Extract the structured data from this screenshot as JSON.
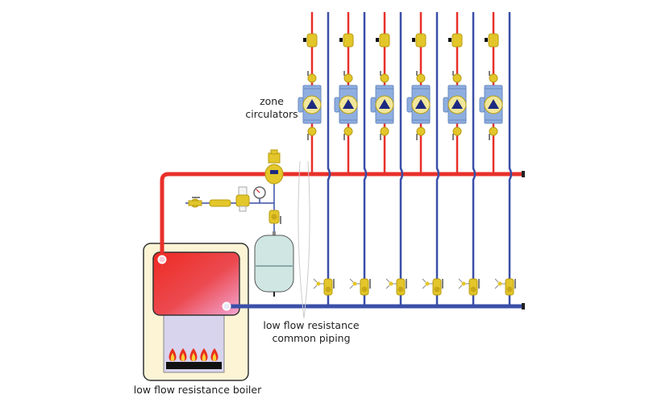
{
  "diagram": {
    "labels": {
      "zone_circulators_line1": "zone",
      "zone_circulators_line2": "circulators",
      "common_piping_line1": "low flow resistance",
      "common_piping_line2": "common piping",
      "boiler": "low flow resistance boiler"
    },
    "zones": [
      {
        "id": 1
      },
      {
        "id": 2
      },
      {
        "id": 3
      },
      {
        "id": 4
      },
      {
        "id": 5
      },
      {
        "id": 6
      }
    ],
    "colors": {
      "supply": "#e8302a",
      "return": "#3a4fa8",
      "brass": "#e3c62a",
      "pump_body": "#8eaee0",
      "pump_triangle": "#1d2a80",
      "boiler_cabinet": "#fdf4d6",
      "tank": "#cfe6e3",
      "combustion_chamber": "#d9d4ee"
    },
    "burner_flames": 5
  }
}
